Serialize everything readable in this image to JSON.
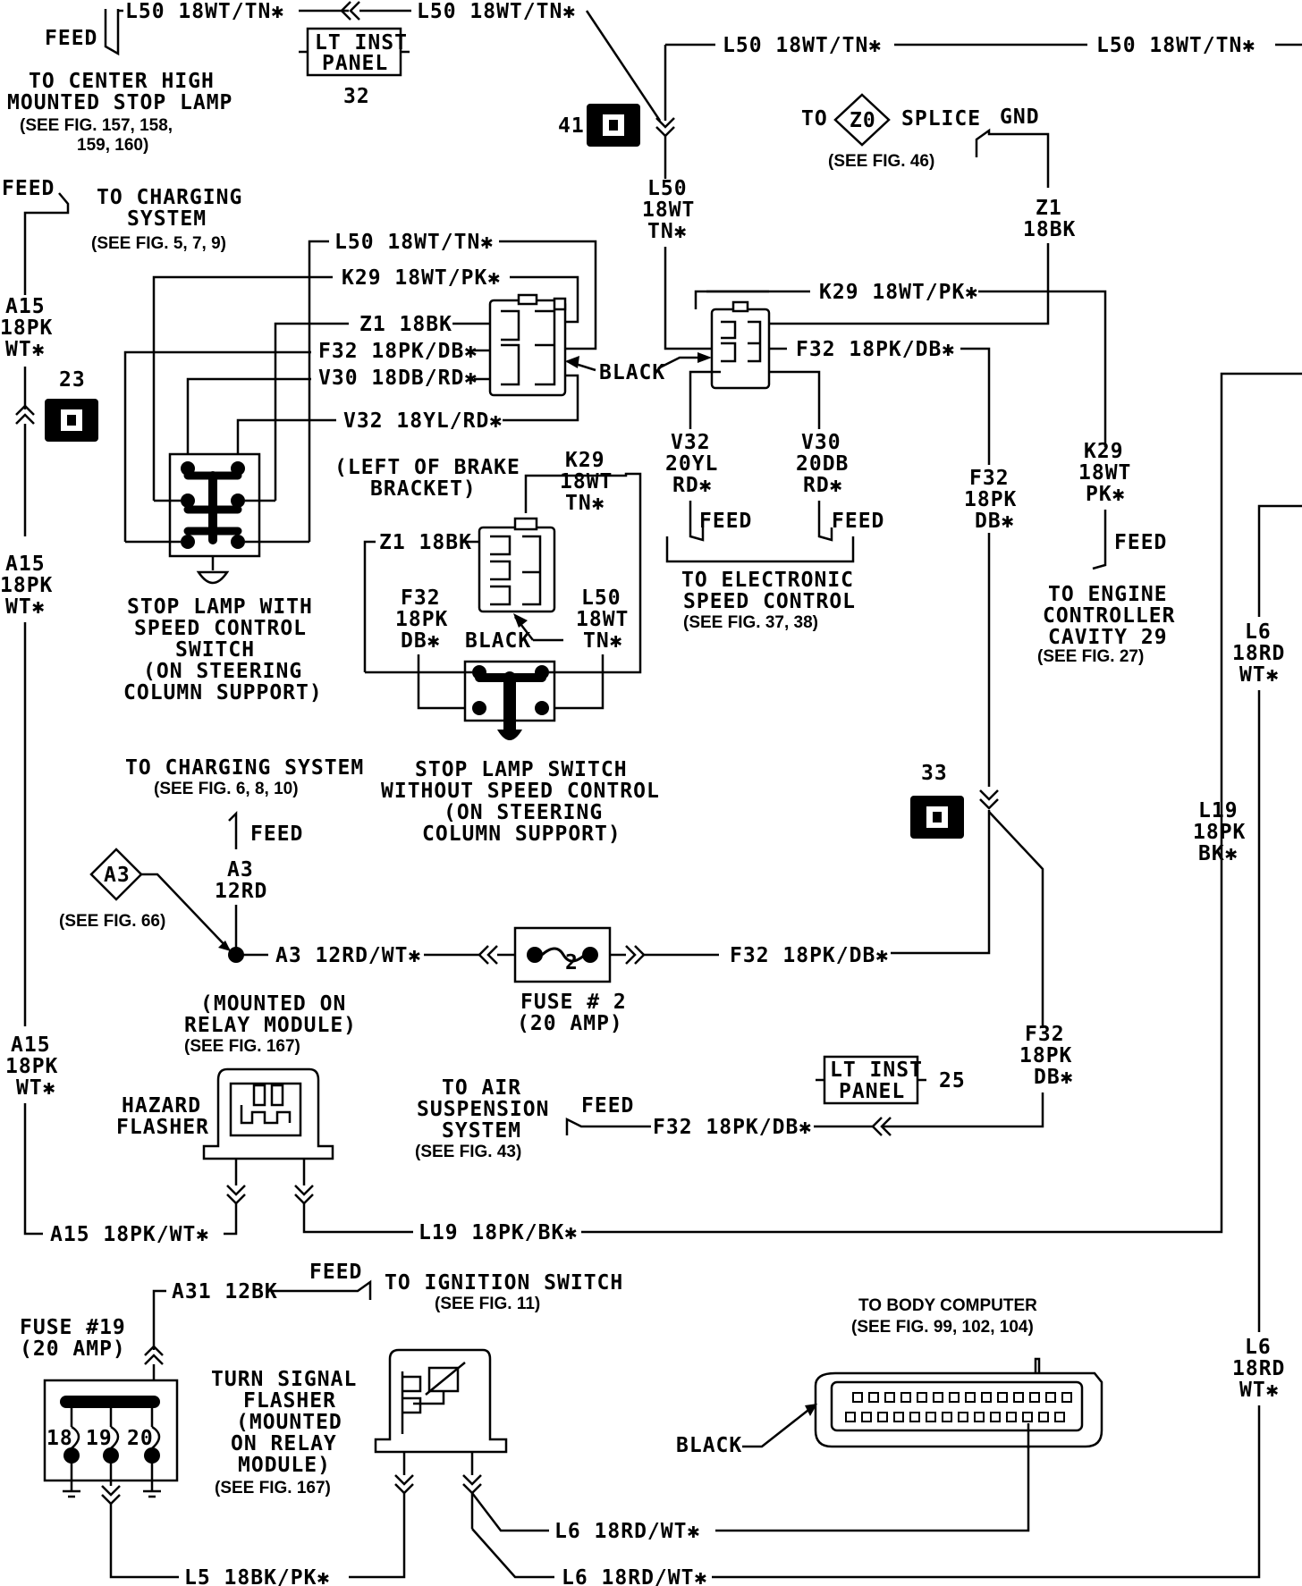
{
  "labels": {
    "feed_top": "FEED",
    "l50_1": "L50 18WT/TN✱",
    "l50_2": "L50 18WT/TN✱",
    "l50_3": "L50 18WT/TN✱",
    "l50_4": "L50 18WT/TN✱",
    "lt_inst_panel_1a": "LT INST",
    "lt_inst_panel_1b": "PANEL",
    "num_32": "32",
    "to_center_1": "TO CENTER HIGH",
    "to_center_2": "MOUNTED STOP LAMP",
    "fig_157_1": "(SEE FIG. 157, 158,",
    "fig_157_2": "159, 160)",
    "num_41": "41",
    "to_splice": "TO",
    "z0": "Z0",
    "splice": "SPLICE",
    "gnd": "GND",
    "fig_46": "(SEE FIG. 46)",
    "feed_charge": "FEED",
    "to_charging_1": "TO CHARGING",
    "to_charging_2": "SYSTEM",
    "fig_5": "(SEE FIG. 5, 7, 9)",
    "l50_vert_a": "L50",
    "l50_vert_b": "18WT",
    "l50_vert_c": "TN✱",
    "z1_vert_a": "Z1",
    "z1_vert_b": "18BK",
    "l50_sw": "L50 18WT/TN✱",
    "k29_sw": "K29 18WT/PK✱",
    "z1_sw": "Z1 18BK",
    "f32_sw": "F32 18PK/DB✱",
    "v30_sw": "V30 18DB/RD✱",
    "v32_sw": "V32 18YL/RD✱",
    "black_1": "BLACK",
    "k29_right": "K29 18WT/PK✱",
    "f32_right": "F32 18PK/DB✱",
    "a15_a": "A15",
    "a15_b": "18PK",
    "a15_c": "WT✱",
    "num_23": "23",
    "v32_a": "V32",
    "v32_b": "20YL",
    "v32_c": "RD✱",
    "v30_a": "V30",
    "v30_b": "20DB",
    "v30_c": "RD✱",
    "feed_v32": "FEED",
    "feed_v30": "FEED",
    "to_esc_1": "TO ELECTRONIC",
    "to_esc_2": "SPEED CONTROL",
    "fig_37": "(SEE FIG. 37, 38)",
    "f32_vert_a": "F32",
    "f32_vert_b": "18PK",
    "f32_vert_c": "DB✱",
    "k29_vert_a": "K29",
    "k29_vert_b": "18WT",
    "k29_vert_c": "PK✱",
    "feed_eng": "FEED",
    "to_engine_1": "TO ENGINE",
    "to_engine_2": "CONTROLLER",
    "to_engine_3": "CAVITY 29",
    "fig_27": "(SEE FIG. 27)",
    "left_brake_1": "(LEFT OF BRAKE",
    "left_brake_2": "BRACKET)",
    "k29_b_a": "K29",
    "k29_b_b": "18WT",
    "k29_b_c": "TN✱",
    "z1_b": "Z1 18BK",
    "f32_b_a": "F32",
    "f32_b_b": "18PK",
    "f32_b_c": "DB✱",
    "black_2": "BLACK",
    "l50_b_a": "L50",
    "l50_b_b": "18WT",
    "l50_b_c": "TN✱",
    "stop_sc_1": "STOP LAMP WITH",
    "stop_sc_2": "SPEED CONTROL",
    "stop_sc_3": "SWITCH",
    "stop_sc_4": "(ON STEERING",
    "stop_sc_5": "COLUMN SUPPORT)",
    "stop_nosc_1": "STOP LAMP SWITCH",
    "stop_nosc_2": "WITHOUT SPEED CONTROL",
    "stop_nosc_3": "(ON STEERING",
    "stop_nosc_4": "COLUMN SUPPORT)",
    "l6_a": "L6",
    "l6_b": "18RD",
    "l6_c": "WT✱",
    "to_charging2": "TO CHARGING SYSTEM",
    "fig_6": "(SEE FIG. 6, 8, 10)",
    "feed_a3": "FEED",
    "a3_a": "A3",
    "a3_b": "12RD",
    "a3_diamond": "A3",
    "fig_66": "(SEE FIG. 66)",
    "a3_wire": "A3 12RD/WT✱",
    "fuse2_num": "2",
    "f32_fuse": "F32 18PK/DB✱",
    "fuse2_1": "FUSE # 2",
    "fuse2_2": "(20 AMP)",
    "num_33": "33",
    "l19_a": "L19",
    "l19_b": "18PK",
    "l19_c": "BK✱",
    "mounted_1": "(MOUNTED ON",
    "mounted_2": "RELAY MODULE)",
    "fig_167a": "(SEE FIG. 167)",
    "a15_2a": "A15",
    "a15_2b": "18PK",
    "a15_2c": "WT✱",
    "a15_3a": "A15",
    "a15_3b": "18PK",
    "a15_3c": "WT✱",
    "hazard_1": "HAZARD",
    "hazard_2": "FLASHER",
    "f32_low_a": "F32",
    "f32_low_b": "18PK",
    "f32_low_c": "DB✱",
    "lt_inst_panel_2a": "LT INST",
    "lt_inst_panel_2b": "PANEL",
    "num_25": "25",
    "to_air_1": "TO AIR",
    "to_air_2": "SUSPENSION",
    "to_air_3": "SYSTEM",
    "fig_43": "(SEE FIG. 43)",
    "feed_air": "FEED",
    "f32_air": "F32 18PK/DB✱",
    "a15_wire": "A15 18PK/WT✱",
    "l19_wire": "L19 18PK/BK✱",
    "feed_ign": "FEED",
    "a31": "A31 12BK",
    "to_ign": "TO IGNITION SWITCH",
    "fig_11": "(SEE FIG. 11)",
    "fuse19_1": "FUSE #19",
    "fuse19_2": "(20 AMP)",
    "f18": "18",
    "f19": "19",
    "f20": "20",
    "turn_1": "TURN SIGNAL",
    "turn_2": "FLASHER",
    "turn_3": "(MOUNTED",
    "turn_4": "ON RELAY",
    "turn_5": "MODULE)",
    "fig_167b": "(SEE FIG. 167)",
    "to_body_1": "TO BODY COMPUTER",
    "to_body_2": "(SEE FIG. 99, 102, 104)",
    "black_3": "BLACK",
    "l6_2a": "L6",
    "l6_2b": "18RD",
    "l6_2c": "WT✱",
    "l6_wire1": "L6 18RD/WT✱",
    "l6_wire2": "L6 18RD/WT✱",
    "l5_wire": "L5 18BK/PK✱"
  }
}
